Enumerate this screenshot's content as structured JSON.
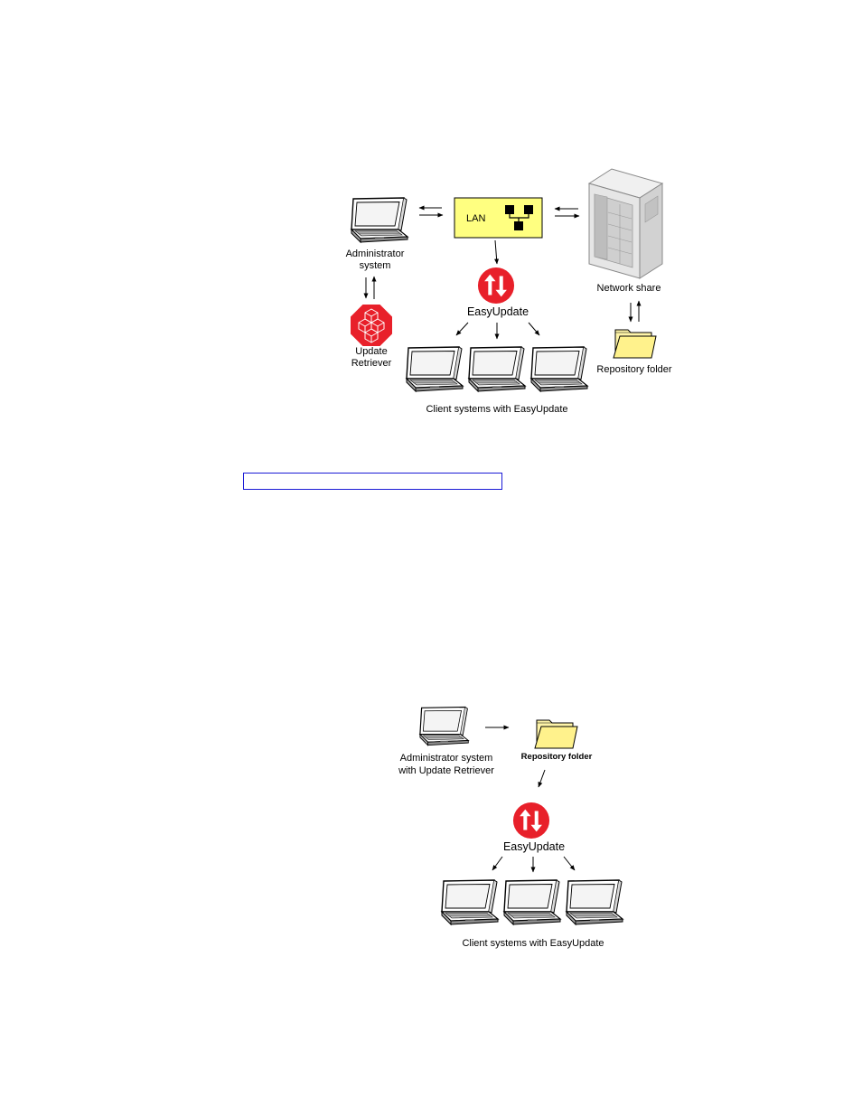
{
  "diagram1": {
    "admin_label_1": "Administrator",
    "admin_label_2": "system",
    "lan_label": "LAN",
    "easyupdate_label": "EasyUpdate",
    "update_retriever_label_1": "Update",
    "update_retriever_label_2": "Retriever",
    "network_share_label": "Network share",
    "repository_label": "Repository folder",
    "clients_label": "Client systems with EasyUpdate"
  },
  "link_box": {
    "text": ""
  },
  "diagram2": {
    "admin_label_1": "Administrator system",
    "admin_label_2": "with Update Retriever",
    "repository_label": "Repository folder",
    "easyupdate_label": "EasyUpdate",
    "clients_label": "Client systems with EasyUpdate"
  },
  "colors": {
    "lan_fill": "#ffff80",
    "easyupdate_red": "#e8202a",
    "folder_fill": "#fff5a8",
    "link_border": "#1a1ad6"
  }
}
